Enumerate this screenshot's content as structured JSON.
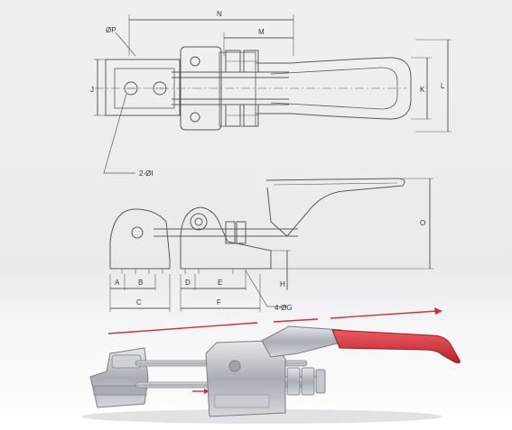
{
  "drawing": {
    "top_view": {
      "labels": {
        "N": "N",
        "M": "M",
        "OP": "ØP",
        "J": "J",
        "K": "K",
        "L": "L",
        "holes": "2-ØI"
      }
    },
    "side_view": {
      "labels": {
        "A": "A",
        "B": "B",
        "C": "C",
        "D": "D",
        "E": "E",
        "F": "F",
        "H": "H",
        "O": "O",
        "holes": "4-ØG"
      }
    }
  },
  "colors": {
    "line": "#5a5a5a",
    "arrow_red": "#c8343a",
    "handle_red": "#d63b42",
    "steel": "#b9bcc2"
  }
}
